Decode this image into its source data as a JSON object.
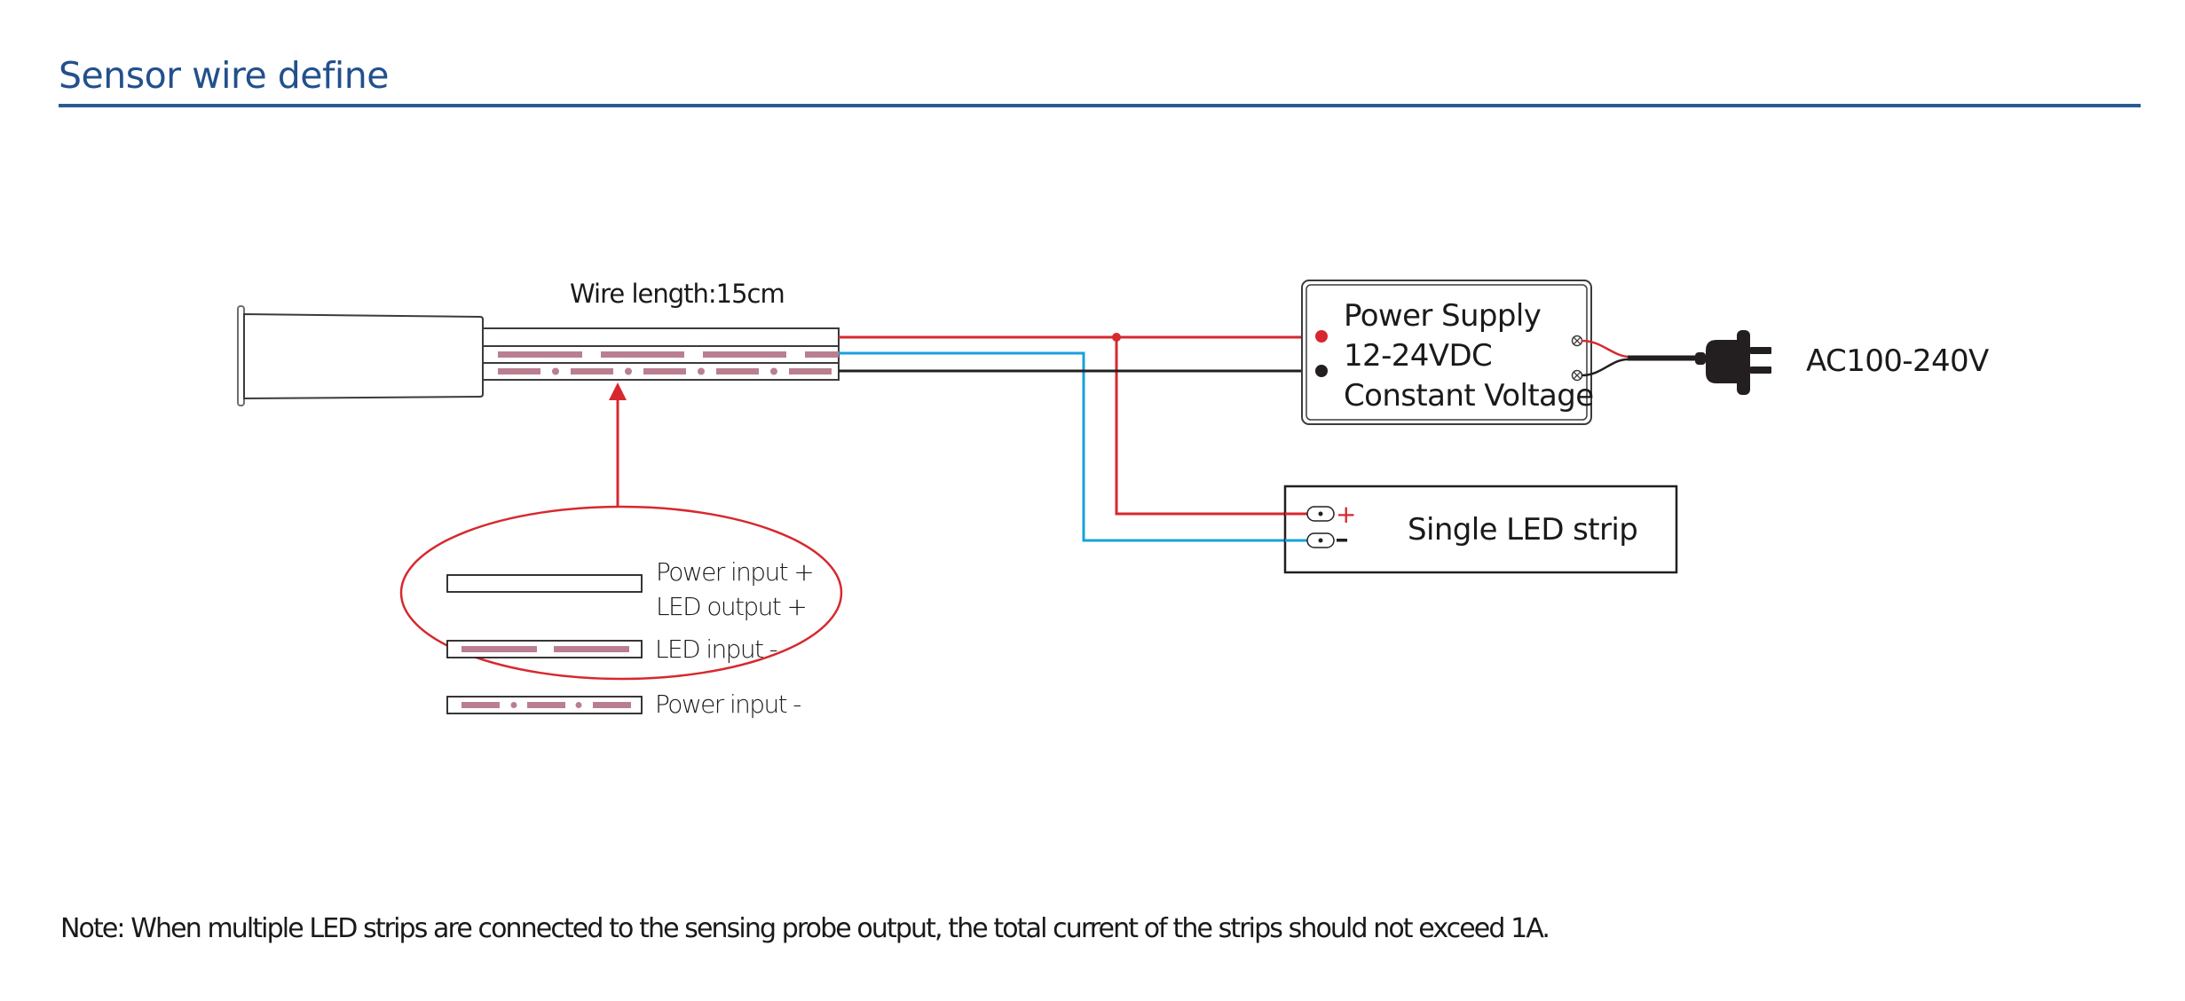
{
  "header": {
    "title": "Sensor wire define"
  },
  "sensor": {
    "wire_length_label": "Wire length:15cm"
  },
  "power_supply": {
    "line1": "Power Supply",
    "line2": "12-24VDC",
    "line3": "Constant Voltage"
  },
  "mains": {
    "label": "AC100-240V"
  },
  "led_strip": {
    "label": "Single LED strip",
    "plus": "+",
    "minus": "-"
  },
  "legend": {
    "items": [
      {
        "line1": "Power input +",
        "line2": "LED output +",
        "pattern": "solid"
      },
      {
        "line1": "LED input -",
        "pattern": "dash"
      },
      {
        "line1": "Power input -",
        "pattern": "dash-dot"
      }
    ]
  },
  "note": "Note: When multiple LED strips are connected to the sensing probe output,  the total current of the strips should not exceed 1A.",
  "colors": {
    "title": "#22508c",
    "rule": "#2c5a94",
    "red_wire": "#d7282f",
    "blue_wire": "#1aa0dc",
    "black_wire": "#231f20",
    "stripe": "#b97f90",
    "outline": "#231f20"
  }
}
